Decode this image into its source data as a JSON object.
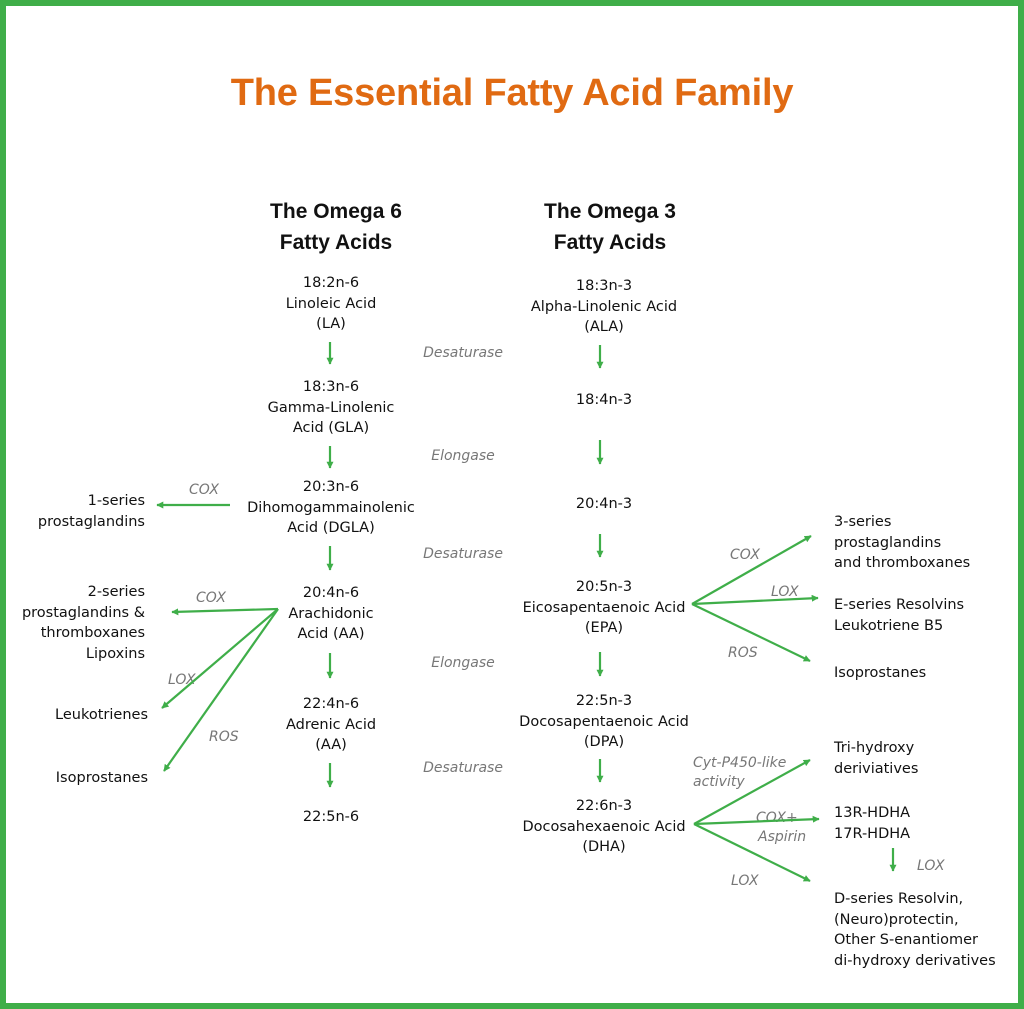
{
  "title": "The Essential Fatty Acid Family",
  "omega6": {
    "heading_line1": "The Omega 6",
    "heading_line2": "Fatty Acids",
    "nodes": [
      [
        "18:2n-6",
        "Linoleic Acid",
        "(LA)"
      ],
      [
        "18:3n-6",
        "Gamma-Linolenic",
        "Acid (GLA)"
      ],
      [
        "20:3n-6",
        "Dihomogammainolenic",
        "Acid (DGLA)"
      ],
      [
        "20:4n-6",
        "Arachidonic",
        "Acid (AA)"
      ],
      [
        "22:4n-6",
        "Adrenic Acid",
        "(AA)"
      ],
      [
        "22:5n-6"
      ]
    ],
    "products": {
      "p1": [
        "1-series",
        "prostaglandins"
      ],
      "p2": [
        "2-series",
        "prostaglandins &",
        "thromboxanes",
        "Lipoxins"
      ],
      "p3": "Leukotrienes",
      "p4": "Isoprostanes"
    },
    "enzyme_labels": {
      "dgla_cox": "COX",
      "aa_cox": "COX",
      "aa_lox": "LOX",
      "aa_ros": "ROS"
    }
  },
  "omega3": {
    "heading_line1": "The Omega 3",
    "heading_line2": "Fatty Acids",
    "nodes": [
      [
        "18:3n-3",
        "Alpha-Linolenic Acid",
        "(ALA)"
      ],
      [
        "18:4n-3"
      ],
      [
        "20:4n-3"
      ],
      [
        "20:5n-3",
        "Eicosapentaenoic Acid",
        "(EPA)"
      ],
      [
        "22:5n-3",
        "Docosapentaenoic Acid",
        "(DPA)"
      ],
      [
        "22:6n-3",
        "Docosahexaenoic Acid",
        "(DHA)"
      ]
    ],
    "epa_products": {
      "p1": [
        "3-series",
        "prostaglandins",
        "and thromboxanes"
      ],
      "p2": [
        "E-series Resolvins",
        "Leukotriene B5"
      ],
      "p3": "Isoprostanes"
    },
    "epa_labels": {
      "cox": "COX",
      "lox": "LOX",
      "ros": "ROS"
    },
    "dha_products": {
      "p1": [
        "Tri-hydroxy",
        "deriviatives"
      ],
      "p2": [
        "13R-HDHA",
        "17R-HDHA"
      ],
      "p3": [
        "D-series Resolvin,",
        "(Neuro)protectin,",
        "Other S-enantiomer",
        "di-hydroxy derivatives"
      ]
    },
    "dha_labels": {
      "cyt_line1": "Cyt-P450-like",
      "cyt_line2": "activity",
      "cox_line1": "COX+",
      "cox_line2": "Aspirin",
      "lox": "LOX",
      "lox2": "LOX"
    }
  },
  "enzymes": [
    "Desaturase",
    "Elongase",
    "Desaturase",
    "Elongase",
    "Desaturase"
  ],
  "colors": {
    "arrow": "#3fae49",
    "title": "#e06a12",
    "frame": "#3fae49",
    "enzyme_text": "#777777"
  }
}
